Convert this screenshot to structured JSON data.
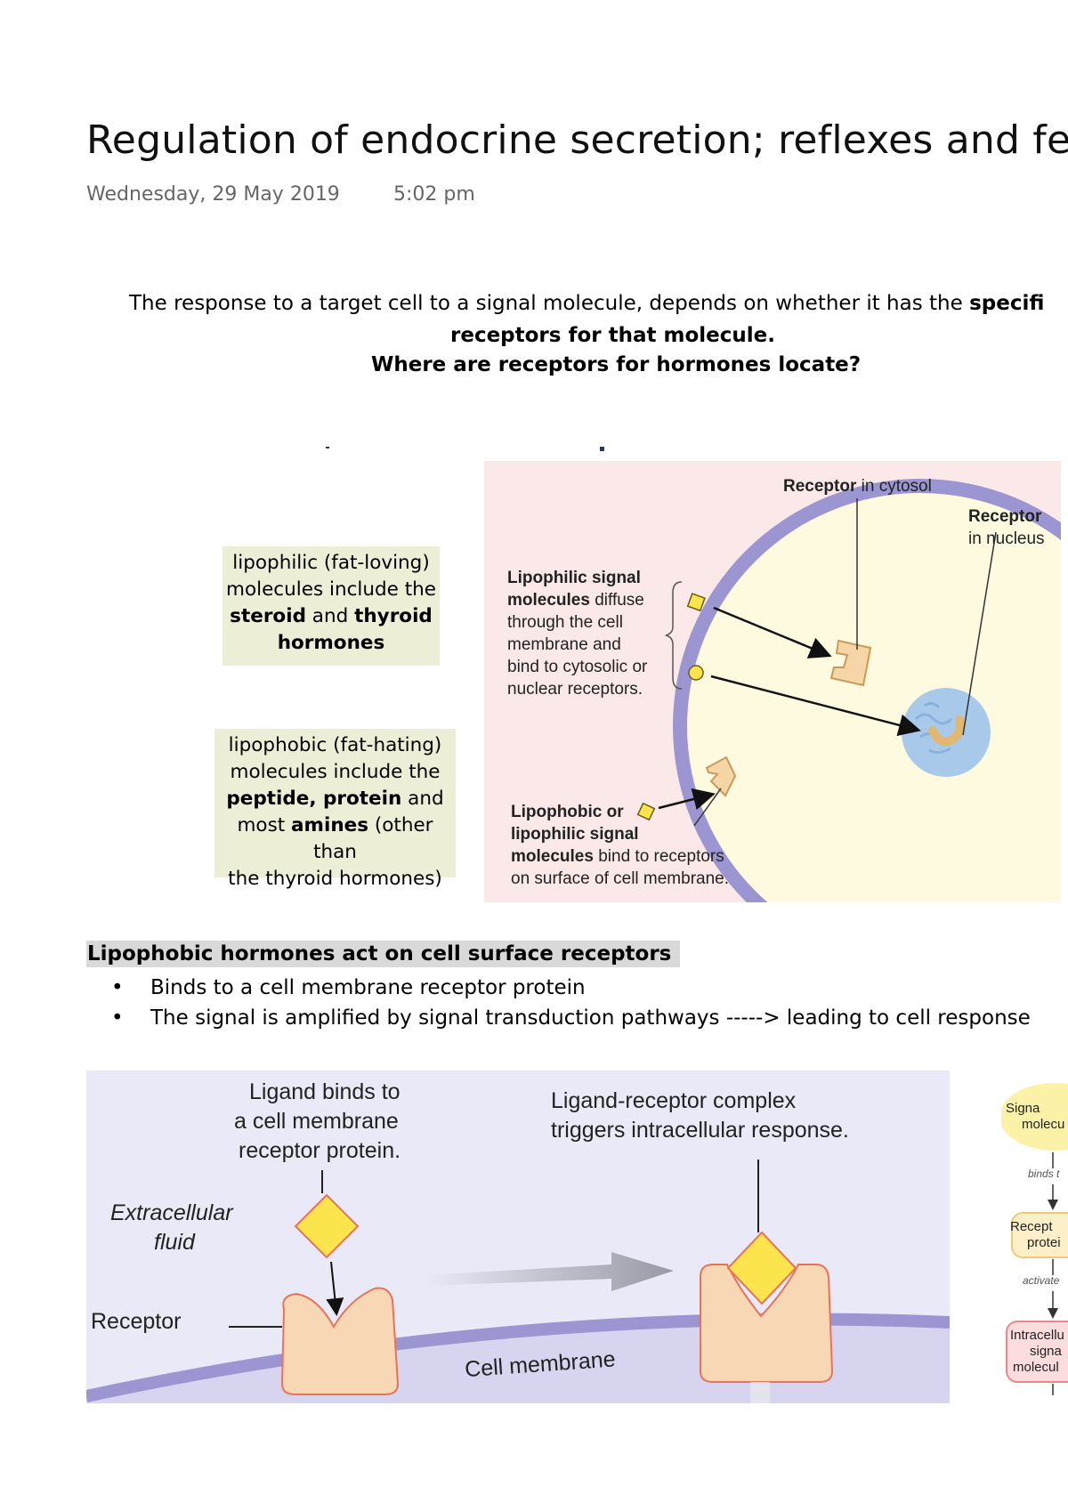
{
  "page": {
    "title": "Regulation of endocrine secretion; reflexes and fee",
    "date": "Wednesday, 29 May 2019",
    "time": "5:02 pm"
  },
  "intro": {
    "line1_normal": "The response to a target cell to a signal molecule, depends on whether it has the ",
    "line1_bold": "specifi",
    "line2": "receptors for that molecule.",
    "line3": "Where are receptors for hormones locate?"
  },
  "boxes": {
    "lipophilic": {
      "l1": "lipophilic (fat-loving)",
      "l2": "molecules include the",
      "l3a": "steroid",
      "l3b": " and ",
      "l3c": "thyroid",
      "l4": "hormones"
    },
    "lipophobic": {
      "l1": "lipophobic (fat-hating)",
      "l2": "molecules include the",
      "l3a": "peptide, protein",
      "l3b": " and",
      "l4a": "most ",
      "l4b": "amines",
      "l4c": " (other than",
      "l5": "the thyroid hormones)"
    }
  },
  "figure1": {
    "receptor_cytosol_bold": "Receptor",
    "receptor_cytosol_rest": " in cytosol",
    "receptor_nucleus_bold": "Receptor",
    "receptor_nucleus_rest": "in nucleus",
    "lipo_l1": "Lipophilic signal",
    "lipo_l2_bold": "molecules",
    "lipo_l2_rest": " diffuse",
    "lipo_l3": "through the cell",
    "lipo_l4": "membrane and",
    "lipo_l5": "bind to cytosolic or",
    "lipo_l6": "nuclear receptors.",
    "phob_l1": "Lipophobic or",
    "phob_l2": "lipophilic signal",
    "phob_l3_bold": "molecules",
    "phob_l3_rest": " bind to receptors",
    "phob_l4": "on surface of cell membrane."
  },
  "section": {
    "heading": "Lipophobic hormones act on cell surface receptors",
    "bullets": [
      "Binds to a cell membrane receptor protein",
      "The signal is amplified by signal transduction pathways -----> leading to cell response"
    ]
  },
  "figure2": {
    "ligand_l1": "Ligand binds to",
    "ligand_l2": "a cell membrane",
    "ligand_l3": "receptor protein.",
    "complex_l1": "Ligand-receptor complex",
    "complex_l2": "triggers intracellular response.",
    "ecf_l1": "Extracellular",
    "ecf_l2": "fluid",
    "receptor": "Receptor",
    "membrane": "Cell membrane"
  },
  "figure3": {
    "signal_l1": "Signa",
    "signal_l2": "molecu",
    "binds": "binds t",
    "receptor_l1": "Recept",
    "receptor_l2": "protei",
    "activate": "activate",
    "intra_l1": "Intracellu",
    "intra_l2": "signa",
    "intra_l3": "molecul"
  },
  "colors": {
    "figure1_bg": "#fbe9e9",
    "figure2_bg": "#e9e9f7",
    "box_bg": "#ecefd6",
    "membrane": "#9b95d2",
    "cytosol": "#fdfae0",
    "nucleus": "#a9c9ea",
    "receptor": "#f6d6a7",
    "ligand": "#fbe44c"
  }
}
